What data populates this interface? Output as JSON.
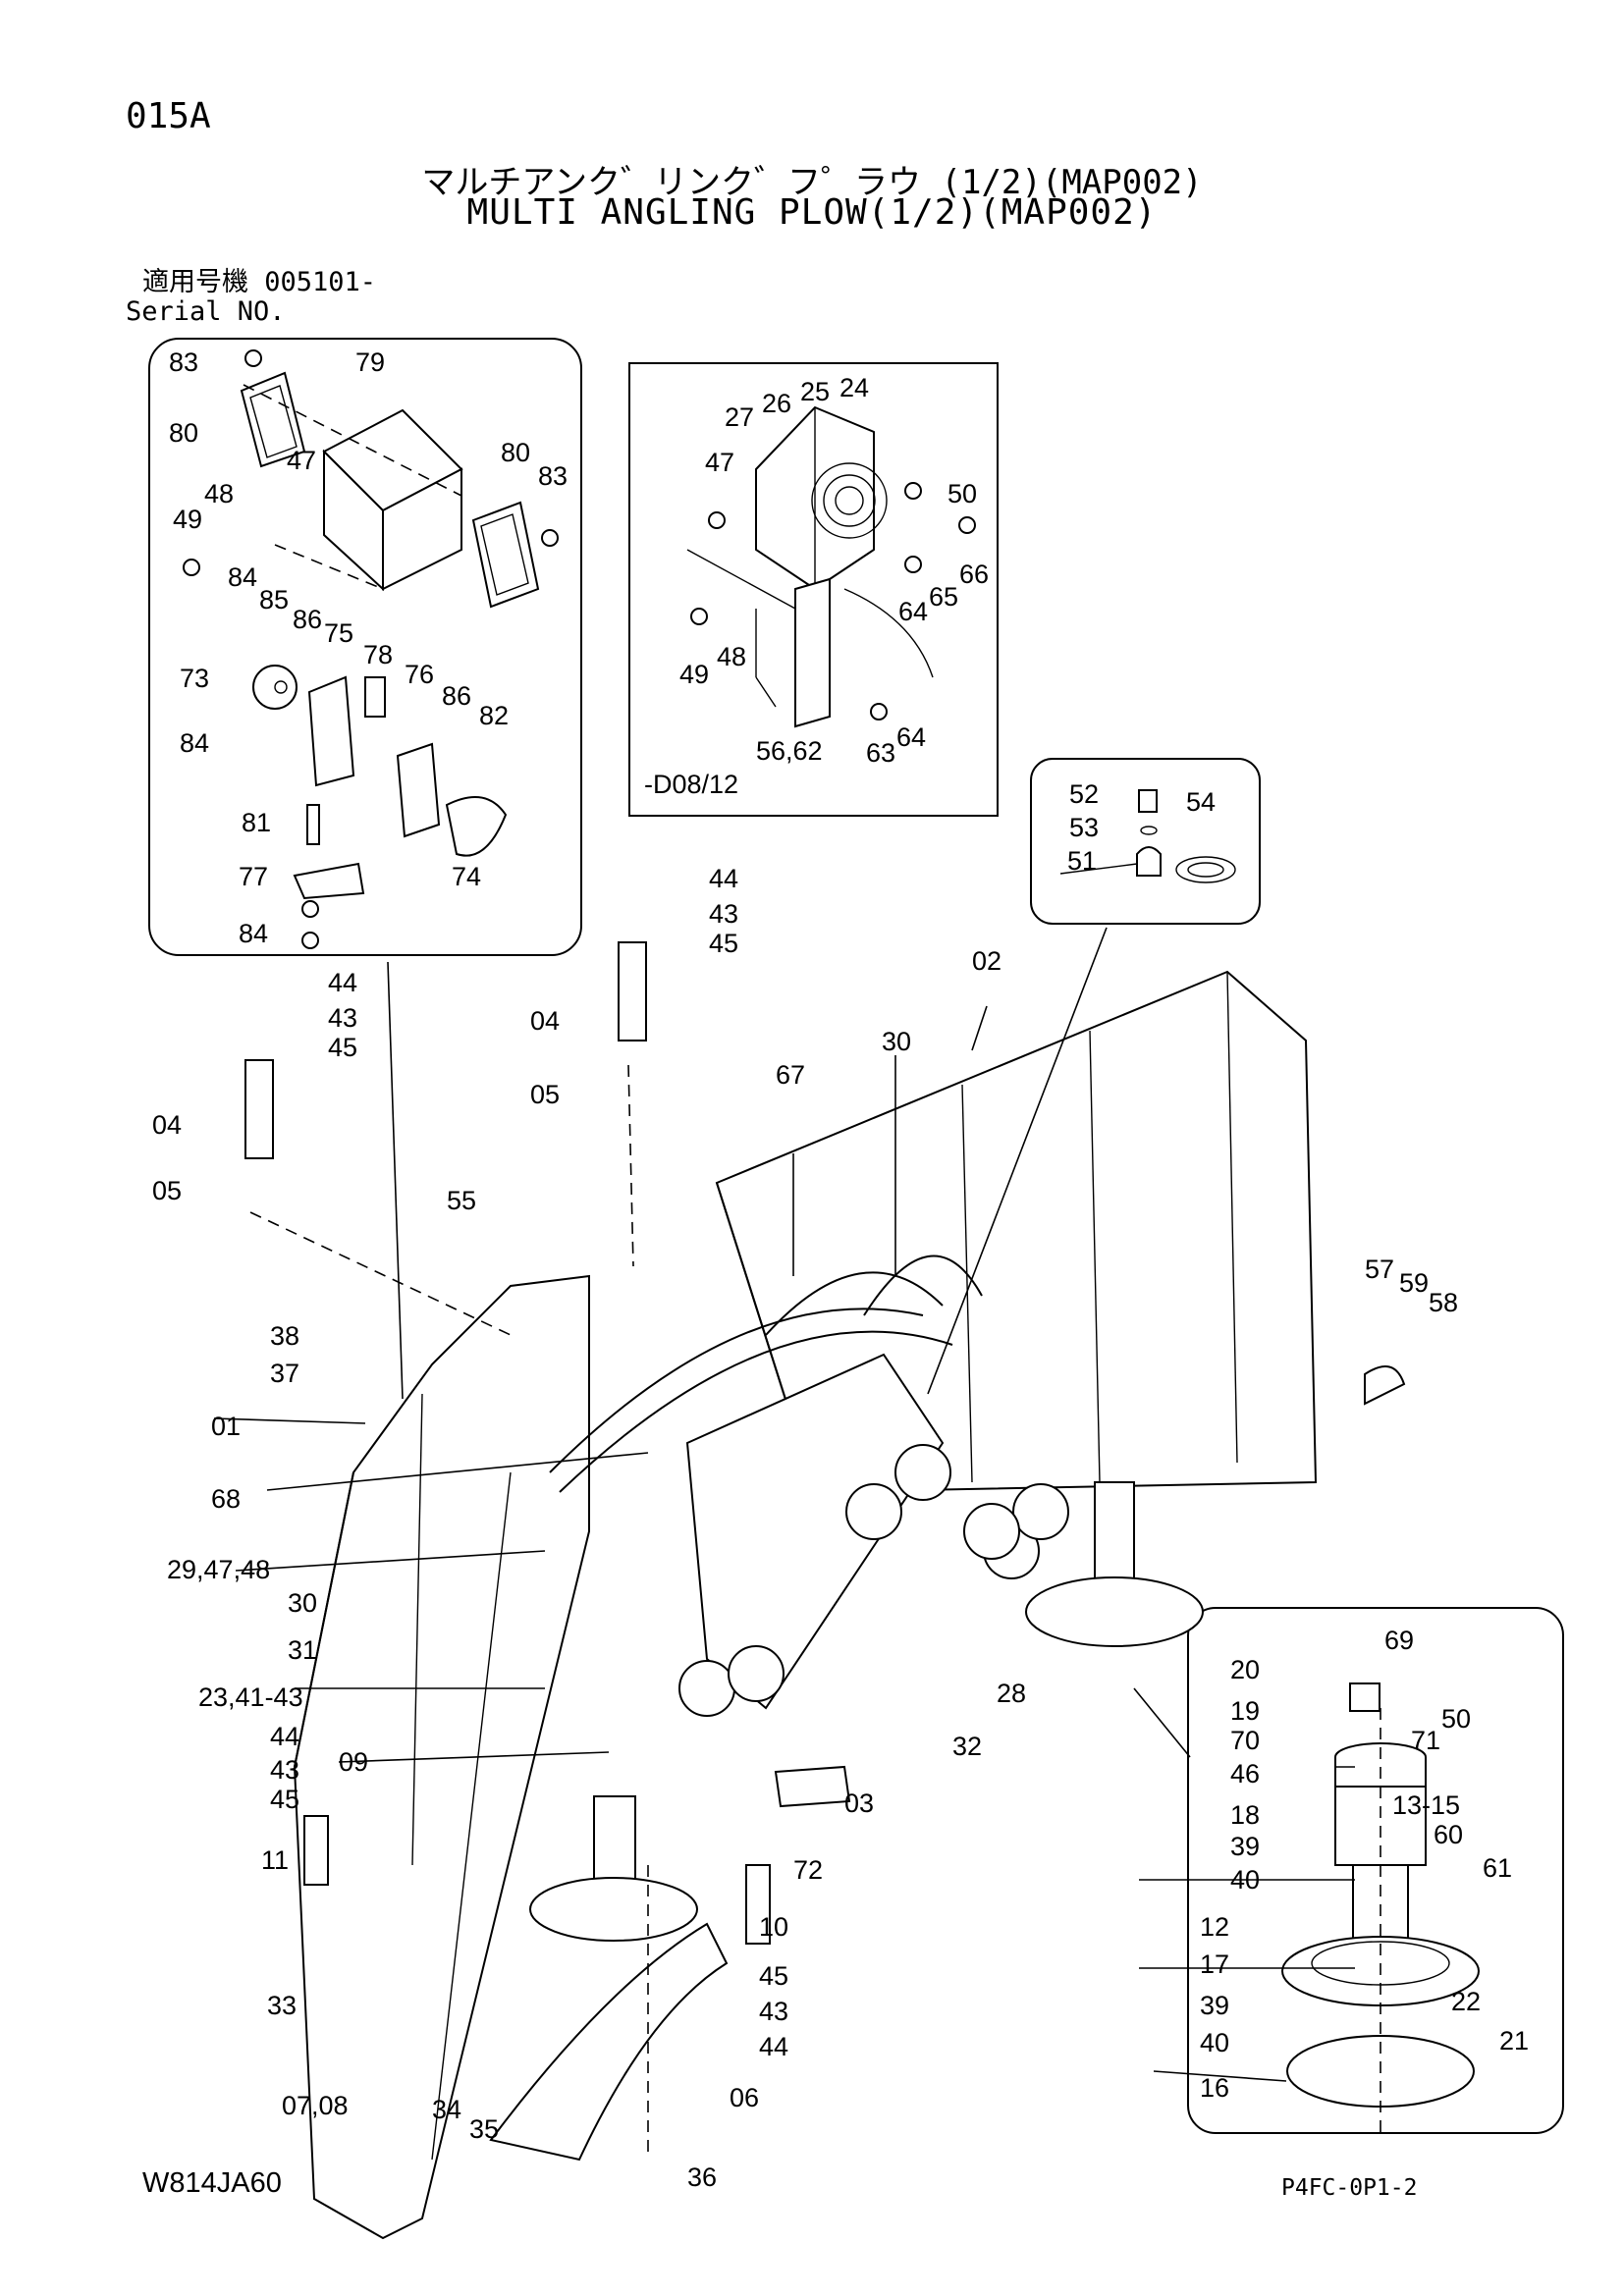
{
  "header": {
    "page_code": "015A",
    "title_jp": "マルチアンク゛リンク゛フ゜ラウ (1/2)(MAP002)",
    "title_en": "MULTI ANGLING PLOW(1/2)(MAP002)",
    "serial_jp": "適用号機 005101-",
    "serial_en": "Serial NO."
  },
  "footer": {
    "left": "W814JA60",
    "right": "P4FC-0P1-2"
  },
  "detail_d_note": "-D08/12",
  "callouts": {
    "d1": [
      "83",
      "79",
      "80",
      "47",
      "48",
      "49",
      "80",
      "83",
      "84",
      "85",
      "86",
      "75",
      "78",
      "76",
      "86",
      "82",
      "73",
      "84",
      "81",
      "77",
      "84",
      "74"
    ],
    "d2": [
      "27",
      "26",
      "25",
      "24",
      "47",
      "50",
      "49",
      "48",
      "64",
      "65",
      "66",
      "56,62",
      "63",
      "64"
    ],
    "d3": [
      "52",
      "53",
      "51",
      "54"
    ],
    "d4": [
      "20",
      "69",
      "19",
      "70",
      "71",
      "50",
      "46",
      "18",
      "13-15",
      "39",
      "60",
      "40",
      "61",
      "12",
      "17",
      "22",
      "21",
      "39",
      "40",
      "16"
    ],
    "main": [
      "44",
      "43",
      "45",
      "04",
      "05",
      "02",
      "30",
      "67",
      "44",
      "43",
      "45",
      "04",
      "05",
      "55",
      "57",
      "59",
      "58",
      "38",
      "37",
      "01",
      "68",
      "29,47,48",
      "30",
      "31",
      "23,41-43",
      "44",
      "43",
      "45",
      "09",
      "11",
      "28",
      "32",
      "03",
      "72",
      "10",
      "45",
      "43",
      "44",
      "33",
      "07,08",
      "34",
      "35",
      "06",
      "36"
    ]
  }
}
